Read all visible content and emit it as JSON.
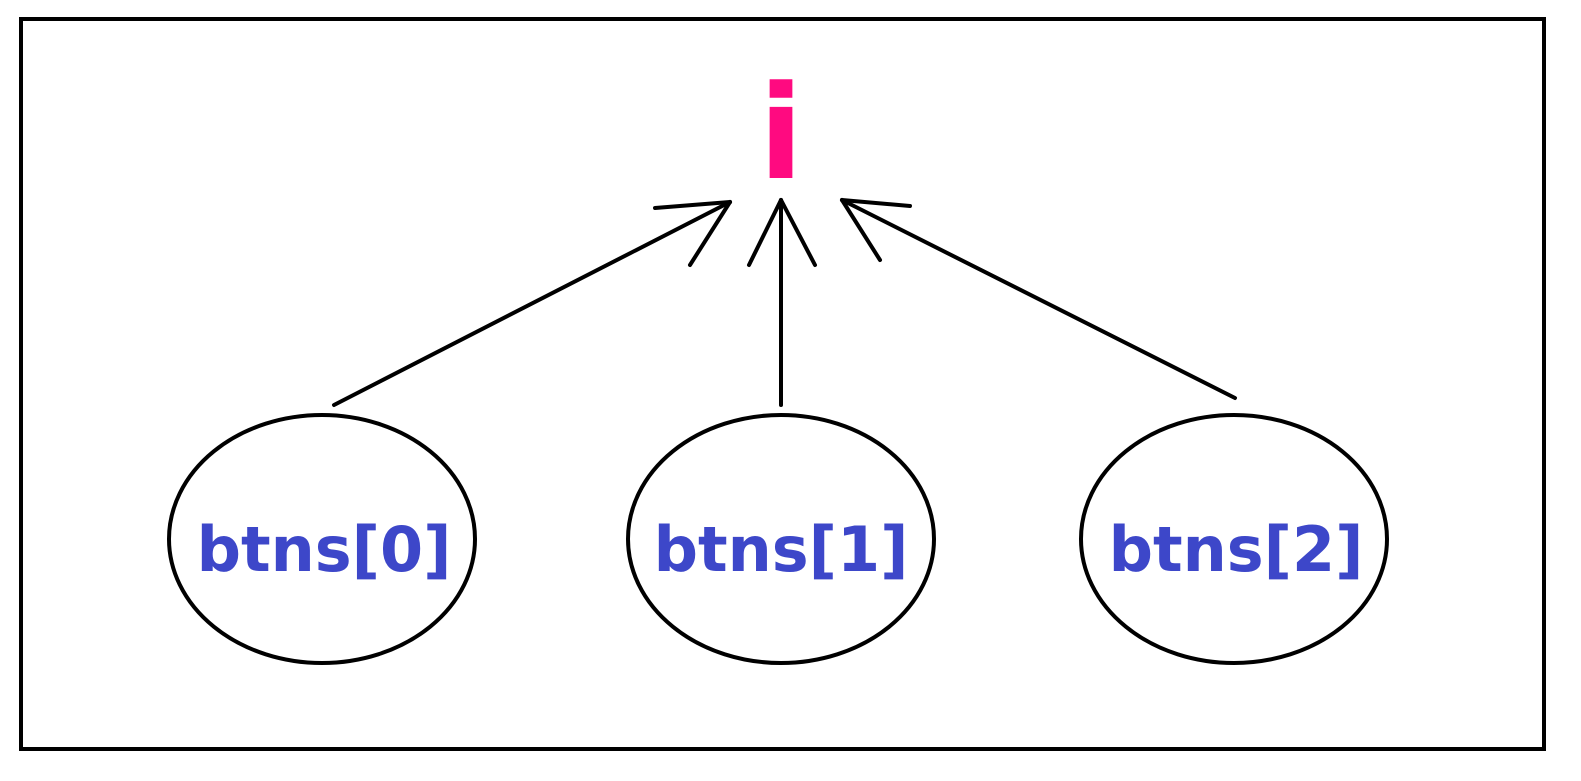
{
  "diagram": {
    "target": {
      "label": "i",
      "color": "#ff0a80"
    },
    "nodes": [
      {
        "label": "btns[0]"
      },
      {
        "label": "btns[1]"
      },
      {
        "label": "btns[2]"
      }
    ],
    "node_label_color": "#3d47c9",
    "line_color": "#000000",
    "background": "#ffffff"
  }
}
